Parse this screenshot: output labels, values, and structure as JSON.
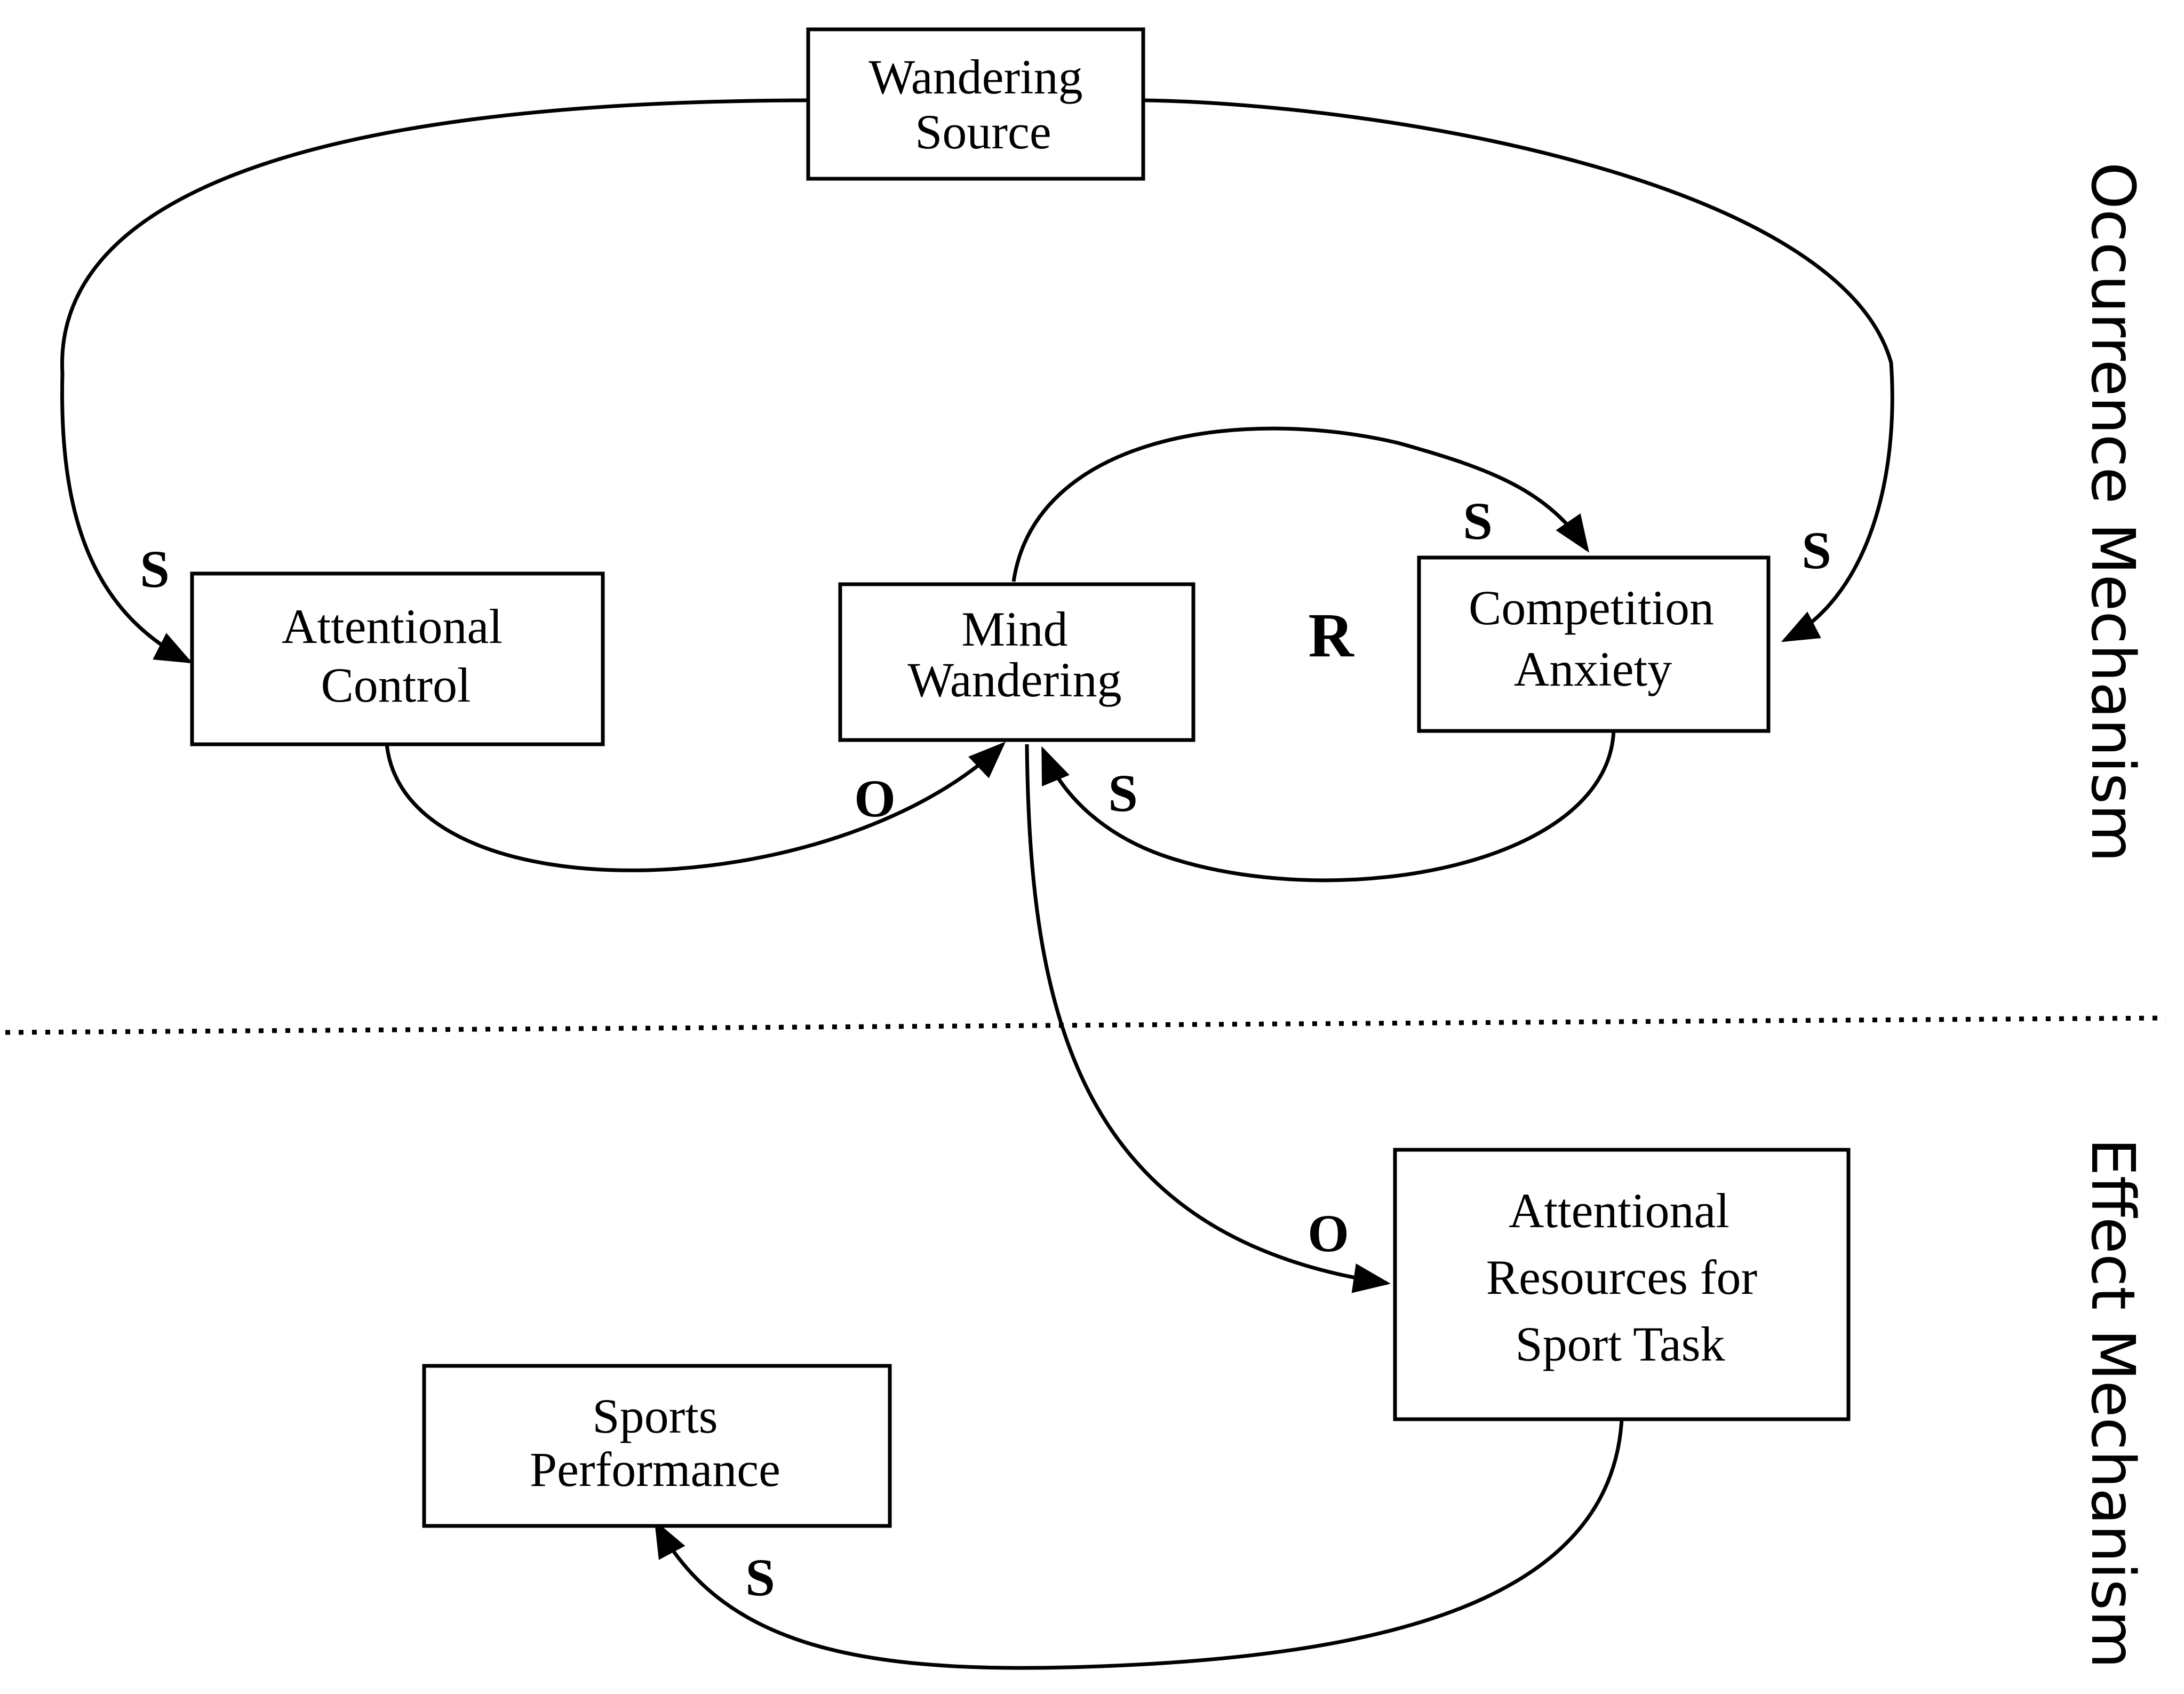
{
  "nodes": {
    "wandering_source": {
      "line1": "Wandering",
      "line2": "Source"
    },
    "attentional_control": {
      "line1": "Attentional",
      "line2": "Control"
    },
    "mind_wandering": {
      "line1": "Mind",
      "line2": "Wandering"
    },
    "competition_anxiety": {
      "line1": "Competition",
      "line2": "Anxiety"
    },
    "attentional_resources": {
      "line1": "Attentional",
      "line2": "Resources for",
      "line3": "Sport Task"
    },
    "sports_performance": {
      "line1": "Sports",
      "line2": "Performance"
    }
  },
  "edges": {
    "source_to_control": {
      "from": "Wandering Source",
      "to": "Attentional Control",
      "label": "S"
    },
    "source_to_anxiety": {
      "from": "Wandering Source",
      "to": "Competition Anxiety",
      "label": "S"
    },
    "mind_to_anxiety": {
      "from": "Mind Wandering",
      "to": "Competition Anxiety",
      "label": "S"
    },
    "anxiety_to_mind": {
      "from": "Competition Anxiety",
      "to": "Mind Wandering",
      "label": "S"
    },
    "control_to_mind": {
      "from": "Attentional Control",
      "to": "Mind Wandering",
      "label": "O"
    },
    "mind_to_resources": {
      "from": "Mind Wandering",
      "to": "Attentional Resources for Sport Task",
      "label": "O"
    },
    "resources_to_performance": {
      "from": "Attentional Resources for Sport Task",
      "to": "Sports Performance",
      "label": "S"
    }
  },
  "loop_label": "R",
  "sections": {
    "occurrence": "Occurrence Mechanism",
    "effect": "Effect Mechanism"
  }
}
